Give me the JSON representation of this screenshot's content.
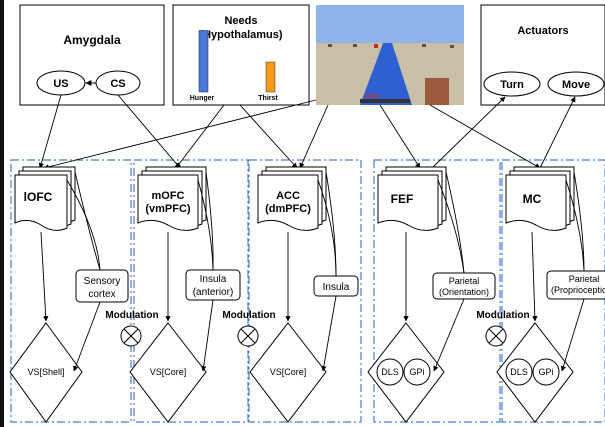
{
  "top_boxes": {
    "amygdala": {
      "title": "Amygdala",
      "us": "US",
      "cs": "CS"
    },
    "needs": {
      "title_line1": "Needs",
      "title_line2": "(Hypothalamus)",
      "hunger": "Hunger",
      "thirst": "Thirst",
      "hunger_level": 0.82,
      "thirst_level": 0.4
    },
    "actuators": {
      "title": "Actuators",
      "turn": "Turn",
      "move": "Move"
    }
  },
  "columns": {
    "lofc": {
      "title": "lOFC"
    },
    "mofc": {
      "title_line1": "mOFC",
      "title_line2": "(vmPFC)"
    },
    "acc": {
      "title_line1": "ACC",
      "title_line2": "(dmPFC)"
    },
    "fef": {
      "title": "FEF"
    },
    "mc": {
      "title": "MC"
    }
  },
  "side_boxes": {
    "sensory": {
      "line1": "Sensory",
      "line2": "cortex"
    },
    "insula_anterior": {
      "line1": "Insula",
      "line2": "(anterior)"
    },
    "insula": {
      "line1": "Insula"
    },
    "parietal_orientation": {
      "line1": "Parietal",
      "line2": "(Orientation)"
    },
    "parietal_proprioception": {
      "line1": "Parietal",
      "line2": "(Proprioception)"
    }
  },
  "striatum": {
    "vs_shell": "VS[Shell]",
    "vs_core_1": "VS[Core]",
    "vs_core_2": "VS[Core]",
    "dls_1": "DLS",
    "gpi_1": "GPi",
    "dls_2": "DLS",
    "gpi_2": "GPi"
  },
  "modulation": {
    "m1": "Modulation",
    "m2": "Modulation",
    "m3": "Modulation"
  },
  "colors": {
    "dashed_border": "#4a7fc9",
    "hunger_bar": "#4a78d8",
    "thirst_bar": "#f59a1a",
    "sky": "#8fb3e8",
    "ground": "#c9bfa6",
    "track": "#2f5fd0"
  }
}
